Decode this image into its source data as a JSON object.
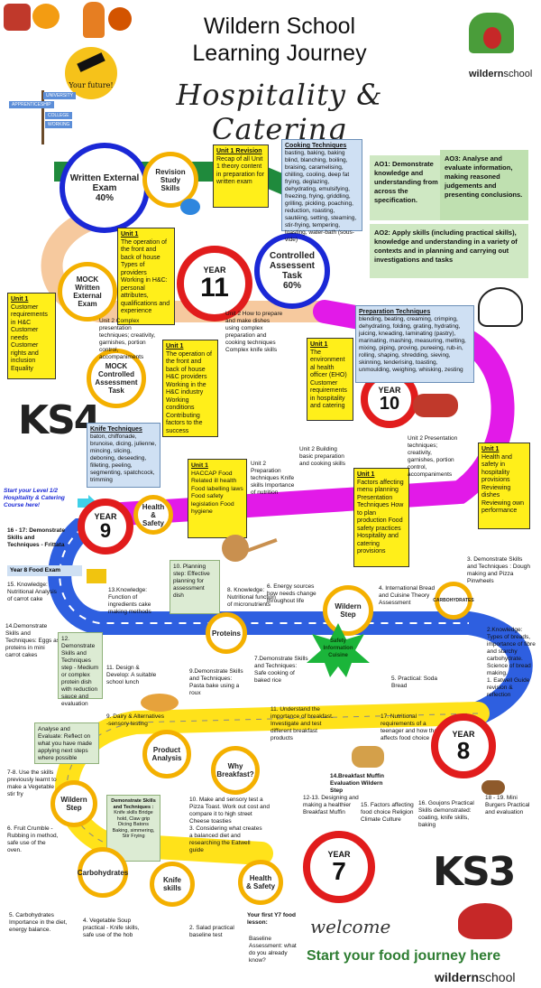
{
  "title": {
    "line1": "Wildern School",
    "line2": "Learning Journey",
    "script": "Hospitality & Catering"
  },
  "ks4": "KS4",
  "ks3": "KS3",
  "brand": {
    "name": "wildern",
    "suffix": "school"
  },
  "future": "Your future!",
  "signs": [
    "UNIVERSITY",
    "APPRENTICESHIP",
    "COLLEGE",
    "WORKING"
  ],
  "ao": {
    "ao1": "AO1: Demonstrate knowledge and understanding from across the specification.",
    "ao3": "AO3: Analyse and evaluate information, making reasoned judgements and presenting conclusions.",
    "ao2": "AO2: Apply skills (including practical skills), knowledge and understanding in a variety of contexts and in planning and carrying out investigations and tasks"
  },
  "circles": {
    "written_exam": {
      "label": "Written External Exam",
      "pct": "40%"
    },
    "revision": "Revision Study Skills",
    "year11": {
      "label": "YEAR",
      "num": "11"
    },
    "controlled": {
      "label": "Controlled Assessent Task",
      "pct": "60%"
    },
    "mock_exam": "MOCK Written External Exam",
    "mock_task": "MOCK Controlled Assessment Task",
    "year10": {
      "label": "YEAR",
      "num": "10"
    },
    "year9": {
      "label": "YEAR",
      "num": "9"
    },
    "health9": "Health & Safety",
    "wildern_step": "Wildern Step",
    "proteins": "Proteins",
    "carbs_top": "CARBOHYDRATES",
    "year8": {
      "label": "YEAR",
      "num": "8"
    },
    "product": "Product Analysis",
    "breakfast": "Why Breakfast?",
    "muffin": "14.Breakfast Muffin Evaluation Wildern Step",
    "wildern_step2": "Wildern Step",
    "carbohydrates": "Carbohydrates",
    "knife": "Knife skills",
    "health7": "Health & Safety",
    "year7": {
      "label": "YEAR",
      "num": "7"
    }
  },
  "notes": {
    "unit1_revision": {
      "h": "Unit 1 Revision",
      "t": "Recap of all Unit 1 theory content in preparation for written exam"
    },
    "unit1_operation": {
      "h": "Unit 1",
      "t": "The operation of the front and back of house Types of providers Working in H&C: personal attributes, qualifications and experience"
    },
    "unit1_customer": {
      "h": "Unit 1",
      "t": "Customer requirements in H&C Customer needs Customer rights and inclusion Equality"
    },
    "unit1_operation2": {
      "h": "Unit 1",
      "t": "The operation of the front and back of house H&C providers Working in the H&C industry Working conditions Contributing factors to the success"
    },
    "unit1_ehe": {
      "h": "Unit 1",
      "t": "The environment al health officer (EHO) Customer requirements in hospitality and catering"
    },
    "unit1_haccp": {
      "h": "Unit 1",
      "t": "HACCAP Food Related ill health Food labelling laws Food safety legislation Food hygiene"
    },
    "unit1_factors": {
      "h": "Unit 1",
      "t": "Factors affecting menu planning Presentation Techniques How to plan production Food safety practices Hospitality and catering provisions"
    },
    "unit1_health": {
      "h": "Unit 1",
      "t": "Health and safety in hospitality provisions Reviewing dishes Reviewing own performance"
    }
  },
  "blueboxes": {
    "cooking": {
      "h": "Cooking Techniques",
      "t": "basting, baking, baking blind, blanching, boiling, braising, caramelising, chilling, cooling, deep fat frying, deglazing, dehydrating, emulsifying, freezing, frying, griddling, grilling, pickling, poaching, reduction, roasting, sautéing, setting, steaming, stir-frying, tempering, toasting, water-bath (sous-vide)"
    },
    "preparation": {
      "h": "Preparation Techniques",
      "t": "blending, beating, creaming, crimping, dehydrating, folding, grating, hydrating, juicing, kneading, laminating (pastry), marinating, mashing, measuring, melting, mixing, piping, proving, pureeing, rub-in, rolling, shaping, shredding, sieving, skinning, tenderising, toasting, unmoulding, weighing, whisking, zesting"
    },
    "knife": {
      "h": "Knife Techniques",
      "t": "baton, chiffonade, brunoise, dicing, julienne, mincing, slicing, deboning, deseeding, filleting, peeling, segmenting, spatchcock, trimming"
    }
  },
  "texts": {
    "u2_complex": "Unit 2 Complex presentation techniques; creativity, garnishes, portion control, accompaniments",
    "u2_prepare": "Unit 2 How to prepare and make dishes using complex preparation and cooking techniques Complex knife skills",
    "u2_present": "Unit 2 Presentation techniques; creativity, garnishes, portion control, accompaniments",
    "u2_prep_knife": "Unit 2 Preparation techniques Knife skills Importance of nutrition",
    "u2_basic": "Unit 2 Building basic preparation and cooking skills",
    "start_course": "Start your Level 1/2 Hospitality & Catering Course here!",
    "s16": "16 - 17: Demonstrate Skills and Techniques - Frittata",
    "y8exam": "Year 8 Food Exam",
    "s15": "15. Knowledge: Nutritional Analysis of carrot cake",
    "s14": "14.Demonstrate Skills and Techniques: Eggs as proteins in mini carrot cakes",
    "s13": "13.Knowledge: Function of ingredients cake making methods",
    "s10": "10. Planning step: Effective planning for assessment dish",
    "s12": "12. Demonstrate Skills and Techniques step - Medium or complex protein dish with reduction sauce and evaluation",
    "s11": "11. Design & Develop: A suitable school lunch",
    "s8": "8. Knowledge: Nutritional function of micronutrients",
    "s9": "9.Demonstrate Skills and Techniques: Pasta bake using a roux",
    "s6": "6. Energy sources how needs change throughout life",
    "s7": "7.Demonstrate Skills and Techniques: Safe cooking of baked rice",
    "s4": "4. International Bread and Cuisine Theory Assessment",
    "s3": "3. Demonstrate Skills and Techniques : Dough making and Pizza Pinwheels",
    "s2k": "2.Knowledge: Types of breads, importance of fibre and starchy carbohydrate. Science of bread making.",
    "s1": "1. Eatwell Guide revision & reflection",
    "s5": "5. Practical: Soda Bread",
    "safety": "Safety Information Cuisine",
    "s9b": "9. Dairy & Alternatives -sensory testing",
    "s11b": "11. Understand the importance of breakfast. Investigate and test different breakfast products",
    "s17": "17. Nutritional requirements of a teenager and how that affects food choice",
    "s18": "18 - 19. Mini Burgers Practical and evaluation",
    "analyse": "Analyse and Evaluate: Reflect on what you have made applying next steps where possible",
    "s78": "7-8. Use the skills previously learnt to make a Vegetable stir fry",
    "demo_h": "Demonstrate Skills and Techniques :",
    "demo_t": "Knife skills Bridge hold, Claw grip Dicing Batons Baking, simmering, Stir Frying",
    "s10b": "10. Make and sensory test a Pizza Toast. Work out cost and compare it to high street Cheese toasties",
    "s3b": "3. Considering what creates a balanced diet and researching the Eatwell guide",
    "s1213": "12-13. Designing and making a healthier Breakfast Muffin",
    "s15b": "15. Factors affecting food choice Religion Climate Culture",
    "s16b": "16. Goujons Practical Skills demonstrated: coating, knife skills, baking",
    "s6b": "6. Fruit Crumble - Rubbing in method, safe use of the oven.",
    "s5b": "5. Carbohydrates Importance in the diet, energy balance.",
    "s4b": "4. Vegetable Soup practical - Knife skills, safe use of the hob",
    "s2b": "2. Salad practical baseline test",
    "first": "Your first Y7 food lesson:",
    "baseline": "Baseline Assessment: what do you already know?"
  },
  "welcome": {
    "w": "welcome",
    "start": "Start your food journey here"
  },
  "colors": {
    "road_green": "#1f8a3c",
    "road_orange": "#f6c99e",
    "road_purple": "#e21ae8",
    "road_blue": "#2e5fe0",
    "road_yellow": "#ffe21a",
    "note": "#ffef1a",
    "ring_blue": "#1a28d6",
    "ring_red": "#e11c1c",
    "ring_orange": "#f4b000"
  }
}
